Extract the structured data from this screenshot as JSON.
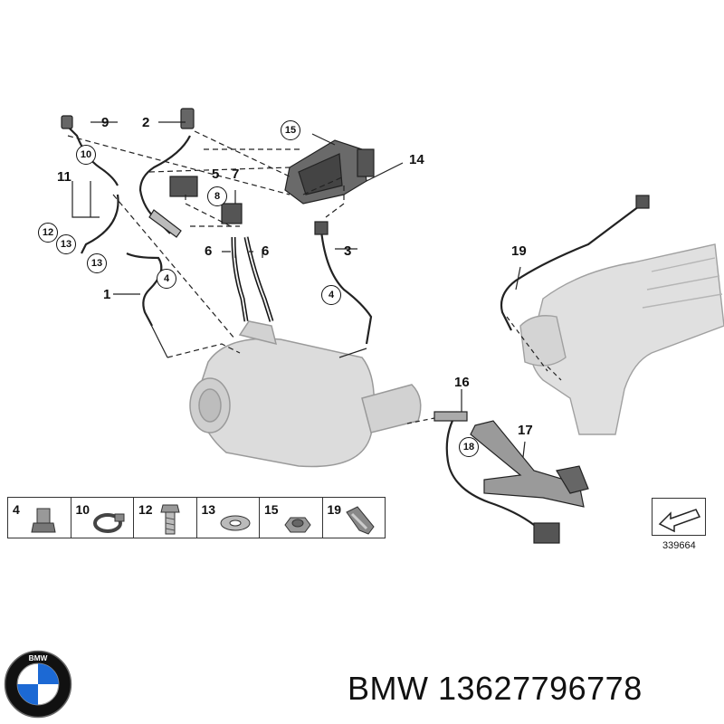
{
  "callouts": {
    "c1": "1",
    "c2": "2",
    "c3": "3",
    "c4a": "4",
    "c4b": "4",
    "c5": "5",
    "c6a": "6",
    "c6b": "6",
    "c7": "7",
    "c8": "8",
    "c9": "9",
    "c10": "10",
    "c11": "11",
    "c12": "12",
    "c13a": "13",
    "c13b": "13",
    "c14": "14",
    "c15": "15",
    "c16": "16",
    "c17": "17",
    "c18": "18",
    "c19": "19"
  },
  "legend": [
    {
      "num": "4",
      "icon": "clip-icon"
    },
    {
      "num": "10",
      "icon": "hose-clamp-icon"
    },
    {
      "num": "12",
      "icon": "bolt-icon"
    },
    {
      "num": "13",
      "icon": "washer-icon"
    },
    {
      "num": "15",
      "icon": "nut-icon"
    },
    {
      "num": "19",
      "icon": "bracket-clip-icon"
    }
  ],
  "diagram_ref": "339664",
  "brand_text": "BMW 13627796778",
  "logo_letters": "BMW",
  "colors": {
    "line": "#222222",
    "part_fill": "#d9d9d9",
    "part_stroke": "#8a8a8a",
    "bmw_blue": "#1c69d4"
  }
}
